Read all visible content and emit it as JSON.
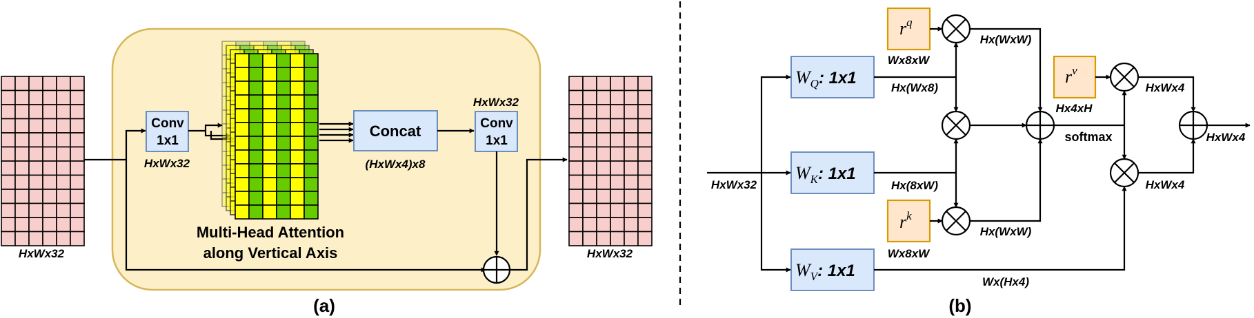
{
  "panel_a": {
    "input_label": "HxWx32",
    "conv1_line1": "Conv",
    "conv1_line2": "1x1",
    "conv1_dim": "HxWx32",
    "mha_line1": "Multi-Head Attention",
    "mha_line2": "along Vertical Axis",
    "concat_label": "Concat",
    "concat_dim": "(HxWx4)x8",
    "conv2_dim": "HxWx32",
    "conv2_line1": "Conv",
    "conv2_line2": "1x1",
    "output_label": "HxWx32",
    "caption": "(a)"
  },
  "panel_b": {
    "input_label": "HxWx32",
    "wq_base": "W",
    "wq_sub": "Q",
    "wq_suffix": ": 1x1",
    "wk_base": "W",
    "wk_sub": "K",
    "wk_suffix": ": 1x1",
    "wv_base": "W",
    "wv_sub": "V",
    "wv_suffix": ": 1x1",
    "rq_base": "r",
    "rq_sup": "q",
    "rk_base": "r",
    "rk_sup": "k",
    "rv_base": "r",
    "rv_sup": "v",
    "rq_dim": "Wx8xW",
    "rk_dim": "Wx8xW",
    "rv_dim": "Hx4xH",
    "q_dim": "Hx(Wx8)",
    "k_dim": "Hx(8xW)",
    "v_dim": "Wx(Hx4)",
    "qr_dim": "Hx(WxW)",
    "kr_dim": "Hx(WxW)",
    "softmax_label": "softmax",
    "vr_dim": "HxWx4",
    "av_dim": "HxWx4",
    "output_label": "HxWx4",
    "caption": "(b)"
  }
}
